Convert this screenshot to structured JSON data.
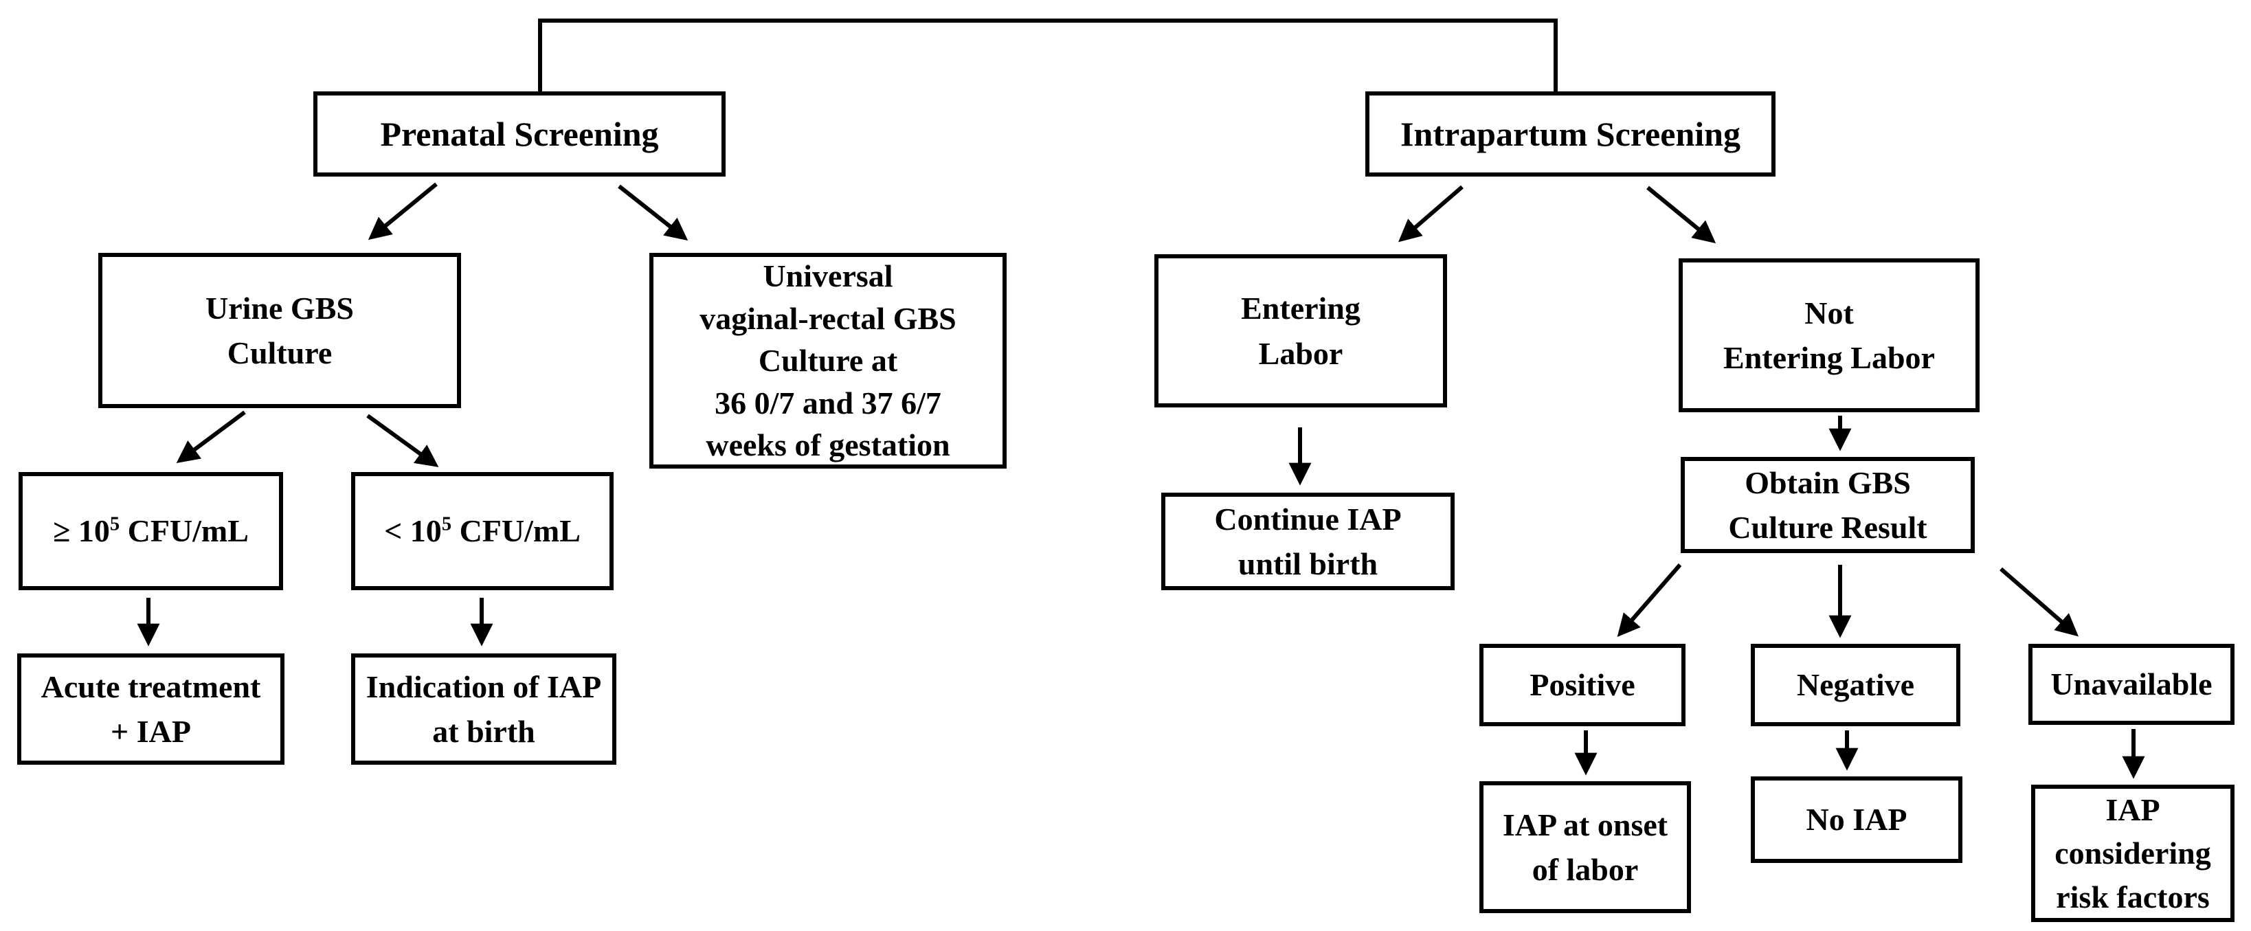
{
  "figure": {
    "background_color": "#ffffff",
    "line_color": "#000000",
    "description": "GBS screening flowchart with prenatal and intrapartum branches"
  },
  "nodes": {
    "prenatal": {
      "lines": [
        "Prenatal Screening"
      ]
    },
    "intrapartum": {
      "lines": [
        "Intrapartum Screening"
      ]
    },
    "urine": {
      "lines": [
        "Urine GBS",
        "Culture"
      ]
    },
    "universal": {
      "lines": [
        "Universal",
        "vaginal-rectal GBS",
        "Culture at",
        "36 0/7 and 37 6/7",
        "weeks of gestation"
      ]
    },
    "gte_cfu": {
      "pre": "≥ 10",
      "sup": "5",
      "post": " CFU/mL"
    },
    "lt_cfu": {
      "pre": "< 10",
      "sup": "5",
      "post": " CFU/mL"
    },
    "acute": {
      "lines": [
        "Acute treatment",
        "+ IAP"
      ]
    },
    "indication": {
      "lines": [
        "Indication of IAP",
        "at birth"
      ]
    },
    "entering": {
      "lines": [
        "Entering",
        "Labor"
      ]
    },
    "not_entering": {
      "lines": [
        "Not",
        "Entering Labor"
      ]
    },
    "continue_iap": {
      "lines": [
        "Continue IAP",
        "until birth"
      ]
    },
    "obtain": {
      "lines": [
        "Obtain GBS",
        "Culture Result"
      ]
    },
    "positive": {
      "lines": [
        "Positive"
      ]
    },
    "negative": {
      "lines": [
        "Negative"
      ]
    },
    "unavailable": {
      "lines": [
        "Unavailable"
      ]
    },
    "iap_onset": {
      "lines": [
        "IAP at onset",
        "of labor"
      ]
    },
    "no_iap": {
      "lines": [
        "No IAP"
      ]
    },
    "iap_risk": {
      "lines": [
        "IAP",
        "considering",
        "risk factors"
      ]
    }
  },
  "edges": [
    {
      "from": "root",
      "to": "prenatal"
    },
    {
      "from": "root",
      "to": "intrapartum"
    },
    {
      "from": "prenatal",
      "to": "urine"
    },
    {
      "from": "prenatal",
      "to": "universal"
    },
    {
      "from": "urine",
      "to": "gte_cfu"
    },
    {
      "from": "urine",
      "to": "lt_cfu"
    },
    {
      "from": "gte_cfu",
      "to": "acute"
    },
    {
      "from": "lt_cfu",
      "to": "indication"
    },
    {
      "from": "intrapartum",
      "to": "entering"
    },
    {
      "from": "intrapartum",
      "to": "not_entering"
    },
    {
      "from": "entering",
      "to": "continue_iap"
    },
    {
      "from": "not_entering",
      "to": "obtain"
    },
    {
      "from": "obtain",
      "to": "positive"
    },
    {
      "from": "obtain",
      "to": "negative"
    },
    {
      "from": "obtain",
      "to": "unavailable"
    },
    {
      "from": "positive",
      "to": "iap_onset"
    },
    {
      "from": "negative",
      "to": "no_iap"
    },
    {
      "from": "unavailable",
      "to": "iap_risk"
    }
  ]
}
